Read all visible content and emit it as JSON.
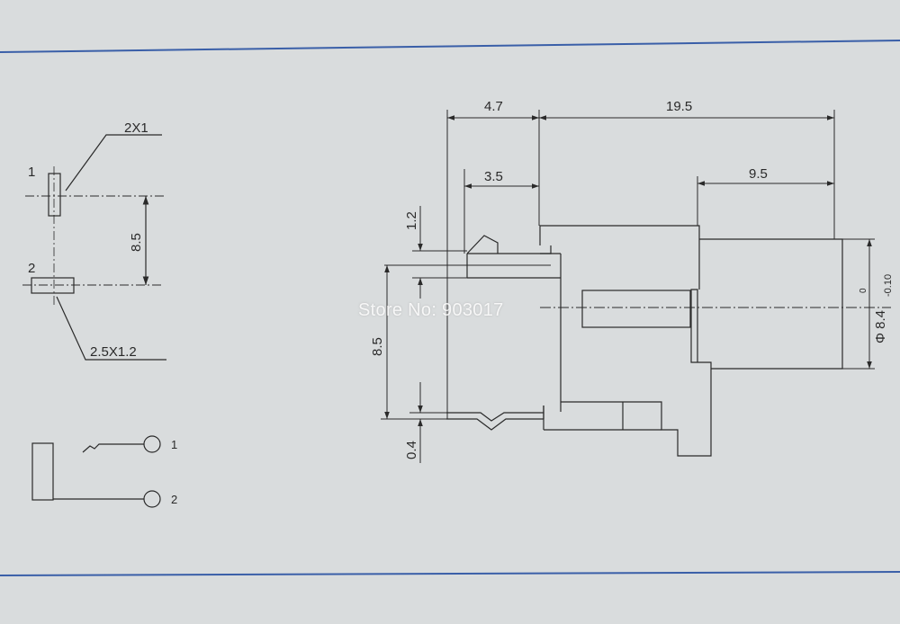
{
  "watermark": "Store No: 903017",
  "footprint": {
    "pin1_label": "1",
    "pin2_label": "2",
    "pad1_size": "2X1",
    "pad2_size": "2.5X1.2",
    "pitch": "8.5"
  },
  "schematic": {
    "pin1_label": "1",
    "pin2_label": "2"
  },
  "side_view": {
    "dim_total_length": "19.5",
    "dim_front_offset": "4.7",
    "dim_latch_width": "3.5",
    "dim_barrel_length": "9.5",
    "dim_latch_height": "1.2",
    "dim_pin_pitch": "8.5",
    "dim_lead_thickness": "0.4",
    "dim_diameter": "Φ 8.4",
    "dim_tol_upper": "0",
    "dim_tol_lower": "-0.10"
  },
  "colors": {
    "background": "#d9dcdd",
    "line": "#2a2a2a",
    "border_blue": "#3a5fa8"
  }
}
